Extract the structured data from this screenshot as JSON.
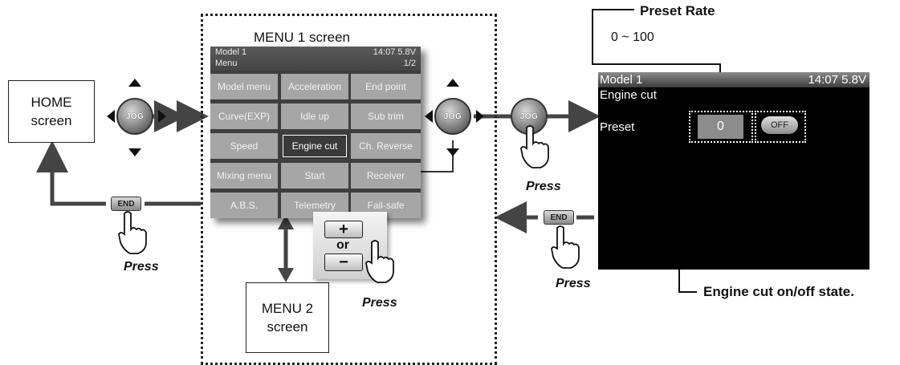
{
  "home_box": {
    "line1": "HOME",
    "line2": "screen"
  },
  "menu2_box": {
    "line1": "MENU 2",
    "line2": "screen"
  },
  "menu1_label": "MENU 1 screen",
  "menu_screen": {
    "model": "Model 1",
    "time_volt": "14:07 5.8V",
    "title": "Menu",
    "page": "1/2",
    "items": [
      [
        "Model menu",
        "Acceleration",
        "End point"
      ],
      [
        "Curve(EXP)",
        "Idle up",
        "Sub trim"
      ],
      [
        "Speed",
        "Engine cut",
        "Ch. Reverse"
      ],
      [
        "Mixing menu",
        "Start",
        "Receiver"
      ],
      [
        "A.B.S.",
        "Telemetry",
        "Fail-safe"
      ]
    ],
    "selected": "Engine cut"
  },
  "engine_screen": {
    "model": "Model 1",
    "time_volt": "14:07 5.8V",
    "title": "Engine cut",
    "preset_label": "Preset",
    "preset_value": "0",
    "state": "OFF"
  },
  "annotations": {
    "preset_rate": "Preset Rate",
    "range": "0 ~ 100",
    "state_note": "Engine cut on/off state."
  },
  "controls": {
    "jog_label": "JOG",
    "end_label": "END",
    "plus": "+",
    "or": "or",
    "minus": "−",
    "press": "Press"
  }
}
